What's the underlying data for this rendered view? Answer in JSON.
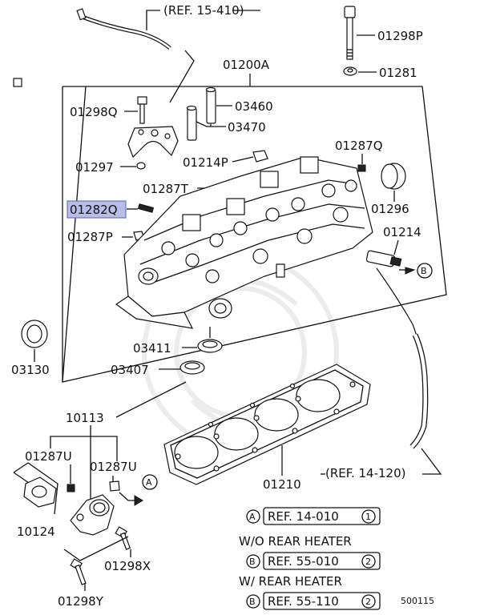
{
  "labels": {
    "ref_15_410": "(REF. 15-410)",
    "p01298P": "01298P",
    "p01281": "01281",
    "p01200A": "01200A",
    "p01298Q": "01298Q",
    "p03460": "03460",
    "p03470": "03470",
    "p01287Q": "01287Q",
    "p01297": "01297",
    "p01214P": "01214P",
    "p01287T": "01287T",
    "p01282Q": "01282Q",
    "p01296": "01296",
    "p01287P": "01287P",
    "p01214": "01214",
    "p03411": "03411",
    "p03130": "03130",
    "p03407": "03407",
    "p10113": "10113",
    "p01287U_left": "01287U",
    "p01287U_right": "01287U",
    "p01210": "01210",
    "ref_14_120": "(REF. 14-120)",
    "p10124": "10124",
    "p01298X": "01298X",
    "p01298Y": "01298Y",
    "callout_B1": "B",
    "callout_A1": "A"
  },
  "legend": {
    "row1_letter": "A",
    "row1_ref": "REF. 14-010",
    "row1_num": "1",
    "heading2": "W/O  REAR  HEATER",
    "row2_letter": "B",
    "row2_ref": "REF. 55-010",
    "row2_num": "2",
    "heading3": "W/  REAR  HEATER",
    "row3_letter": "B",
    "row3_ref": "REF. 55-110",
    "row3_num": "2"
  },
  "diagram_code": "500115",
  "colors": {
    "highlight": "#b9bde8",
    "line": "#111111"
  }
}
